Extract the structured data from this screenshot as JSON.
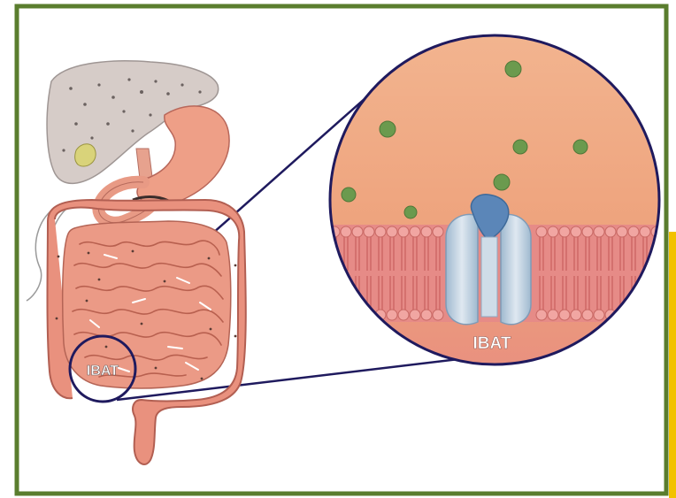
{
  "diagram": {
    "labels": {
      "small_circle": "IBAT",
      "zoom_circle": "IBAT"
    },
    "colors": {
      "frame_border": "#5a7d2e",
      "accent_stripe": "#f2c200",
      "zoom_outline": "#1f1a5e",
      "membrane_pink": "#e88a86",
      "transporter_blue": "#5b86b8",
      "bile_particle": "#6b9a4e"
    },
    "icons": [
      "liver",
      "stomach",
      "intestine",
      "membrane",
      "transporter-protein",
      "bile-acid-particle"
    ]
  }
}
